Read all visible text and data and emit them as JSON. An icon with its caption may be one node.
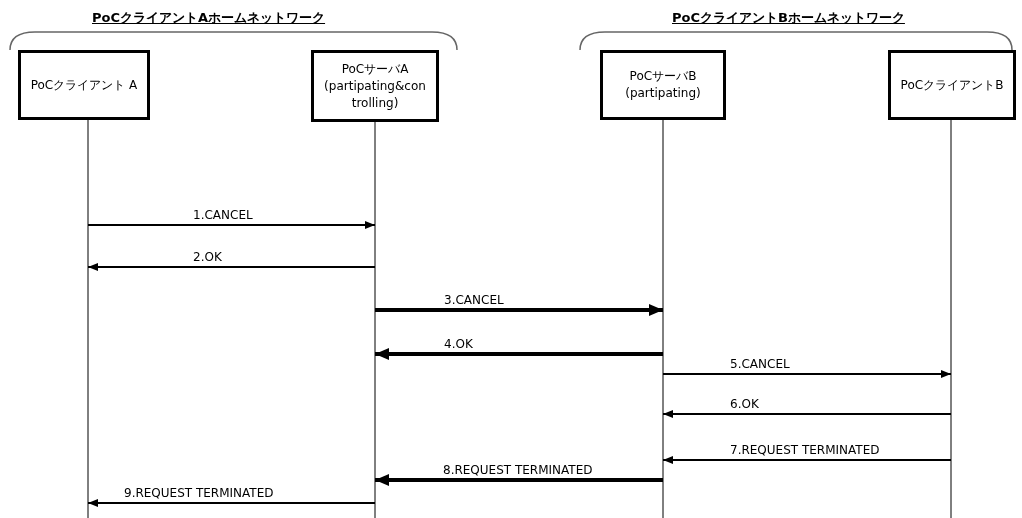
{
  "diagram": {
    "nodes": [
      {
        "text": [
          "PoCクライアント A"
        ]
      },
      {
        "text": [
          "PoCサーバA (partipating&con trolling)"
        ]
      },
      {
        "text": [
          "PoCサーバB (partipating)"
        ]
      },
      {
        "text": [
          "PoCクライアントB"
        ]
      }
    ],
    "edges": [
      {
        "from": 0,
        "to": 1,
        "arrow": "to",
        "label": "1.CANCEL"
      },
      {
        "from": 1,
        "to": 0,
        "arrow": "to",
        "label": "2.OK"
      },
      {
        "from": 1,
        "to": 2,
        "arrow": "to",
        "label": "3.CANCEL",
        "style": "thick"
      },
      {
        "from": 2,
        "to": 1,
        "arrow": "to",
        "label": "4.OK",
        "style": "thick"
      },
      {
        "from": 2,
        "to": 3,
        "arrow": "to",
        "label": "5.CANCEL"
      },
      {
        "from": 3,
        "to": 2,
        "arrow": "to",
        "label": "6.OK"
      },
      {
        "from": 3,
        "to": 2,
        "arrow": "to",
        "label": "7.REQUEST TERMINATED"
      },
      {
        "from": 2,
        "to": 1,
        "arrow": "to",
        "label": "8.REQUEST TERMINATED",
        "style": "thick"
      },
      {
        "from": 1,
        "to": 0,
        "arrow": "to",
        "label": "9.REQUEST TERMINATED"
      }
    ],
    "labels": [
      "PoCクライアントAホームネットワーク",
      "PoCクライアントBホームネットワーク"
    ]
  }
}
